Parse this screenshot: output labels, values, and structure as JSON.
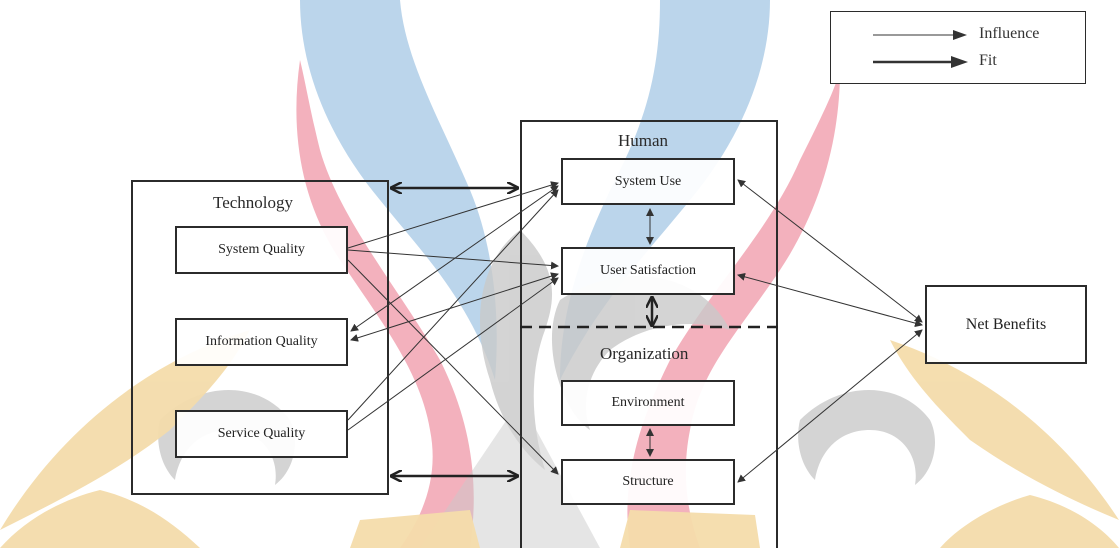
{
  "legend": {
    "influence_label": "Influence",
    "fit_label": "Fit"
  },
  "technology": {
    "title": "Technology",
    "items": [
      "System Quality",
      "Information Quality",
      "Service Quality"
    ]
  },
  "human": {
    "title": "Human",
    "items": [
      "System Use",
      "User Satisfaction"
    ]
  },
  "organization": {
    "title": "Organization",
    "items": [
      "Environment",
      "Structure"
    ]
  },
  "net_benefits": "Net Benefits",
  "colors": {
    "line": "#333333",
    "watermark_blue": "#b7d3ea",
    "watermark_red": "#f2a9b6",
    "watermark_gold": "#f4dcab",
    "watermark_gray": "#c9c9c9"
  }
}
